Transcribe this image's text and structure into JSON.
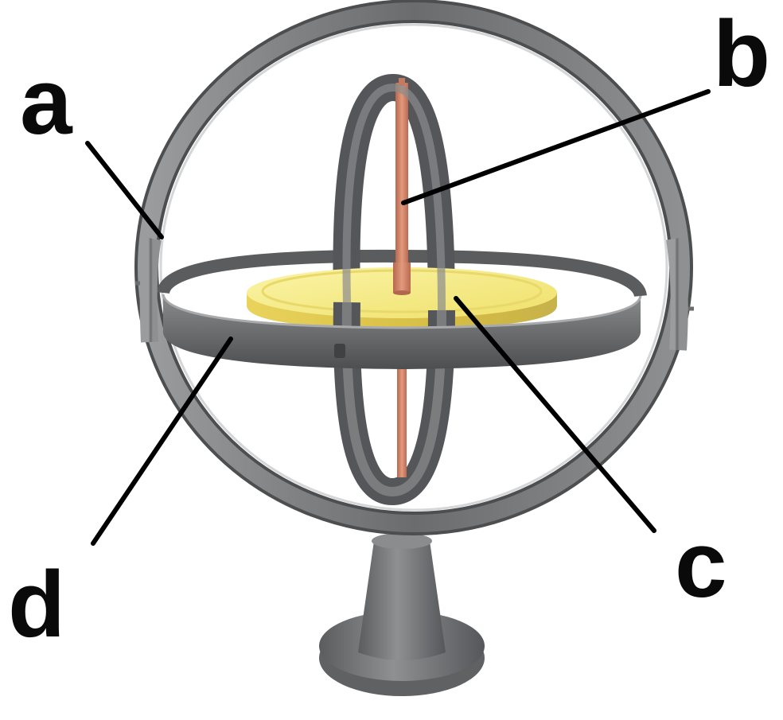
{
  "figure": {
    "labels": {
      "a": "a",
      "b": "b",
      "c": "c",
      "d": "d"
    },
    "parts": [
      {
        "key": "a",
        "part": "outer-gimbal-ring"
      },
      {
        "key": "b",
        "part": "spin-axle"
      },
      {
        "key": "c",
        "part": "rotor-disc"
      },
      {
        "key": "d",
        "part": "inner-gimbal-ring"
      }
    ],
    "colors": {
      "gimbal": "#66686a",
      "gimbal_highlight": "#9a9c9e",
      "gimbal_shadow": "#3f4143",
      "rotor_top": "#f5ec7a",
      "rotor_edge": "#e2c94f",
      "axle": "#d9866a",
      "base": "#6e7072",
      "label": "#0a0a0a"
    }
  }
}
